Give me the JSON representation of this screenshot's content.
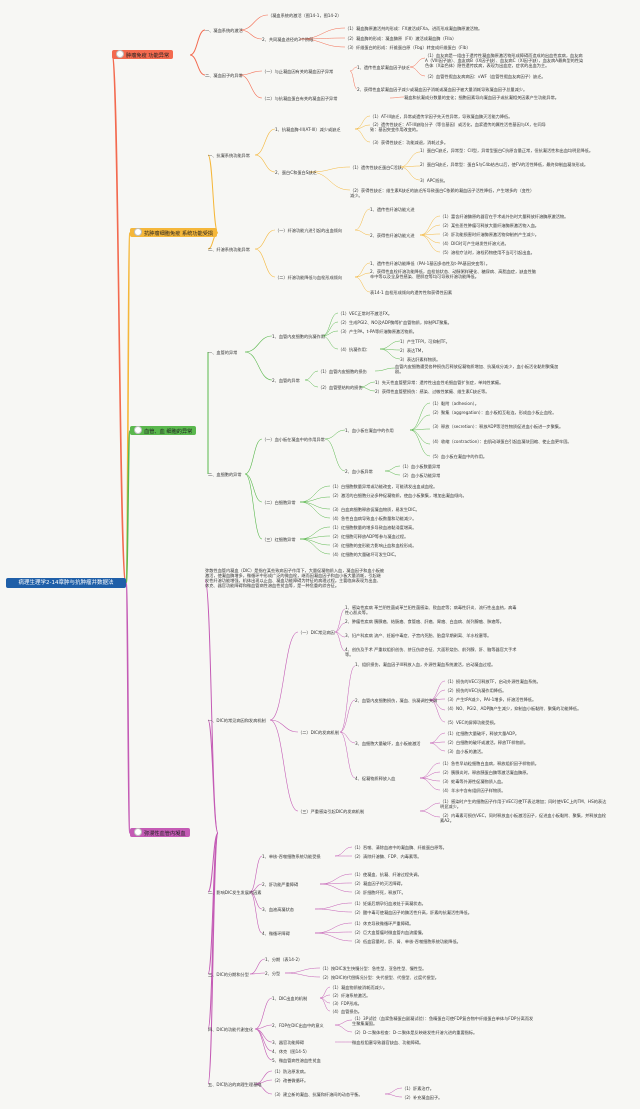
{
  "root": "病理生理学2-14章肿与抗肿瘤并数据法",
  "categories": [
    {
      "label": "肿瘤免疫 功能异常",
      "color": "#f36a4f"
    },
    {
      "label": "抗肿瘤细胞免疫 系统功能受损",
      "color": "#f5b73a"
    },
    {
      "label": "血管、血 细胞的异常",
      "color": "#5ab84d"
    },
    {
      "label": "弥漫性血管内凝血",
      "color": "#c45bb5"
    }
  ],
  "cat1": {
    "s1": "一、凝血系统的激活",
    "s1_top": "（凝血系统的激活（图14-1，图14-2）",
    "s1_a": "（1）凝血酶原激活剂的形成：FX激活成FXa，进而形成凝血酶原激活物。",
    "s1_b": "2、共同凝血途径的3个阶段",
    "s1_b1": "（2）凝血酶的形成：凝血酶原（FII）激活成凝血酶（FIIa）",
    "s1_b2": "（3）纤维蛋白的形成：纤维蛋白原（Fbg）转变成纤维蛋白（FIb）",
    "s2": "二、凝血因子的异常",
    "s2_a": "（一）与止凝血因有关的凝血因子异常",
    "s2_a1": "1、遗传性血浆凝血因子缺乏",
    "s2_a1a": "（1）血友病是一组由于遗传性凝血酶原激活物形成障碍而造成的出血性疾病，血友病A（VIII因子缺）、血友病B（IX因子缺）、血友病C（XI因子缺），血友病A最典型的性染色体（X染色体）隐性遗传疾病，表现为出血症，症状的出血为主。",
    "s2_a1b": "（2）血管性假血友病病因：vWF（血管性假血友病因子）缺乏。",
    "s2_a2": "2、获得性血浆凝血因子减少或凝血因子消耗或凝血因子被大量消耗导致凝血因子总量减少。",
    "s2_b": "（二）与抗凝血蛋白有关的凝血因子异常",
    "s2_b1": "凝血和抗凝成分数量的变化；细胞因素导向凝血因子或抗凝相关因素产生功能异常。"
  },
  "cat2": {
    "s1": "一、抗凝系统功能异常",
    "s1_a": "1、抗凝血酶-III(AT-III）减少或缺乏",
    "s1_a1": "（1）AT-III缺乏，异常或遗传学因子先天性异常，导致凝血酶灭活能力降低。",
    "s1_a2": "（2）遗传性缺乏：AT-III缺陷分子（等位基因）或活化，血浆遗传的属性活性基因与IX，在同导致：基因突变作用改变的。",
    "s1_a3": "（3）获得性缺乏：功能减退，消耗过多。",
    "s1_b": "2、蛋白C和蛋白S缺乏",
    "s1_b1": "（1）遗传性缺乏蛋白C活跃。",
    "s1_b1a": "1）蛋白C缺乏，异常型：CII型，异常型蛋白C抗原含量正常，但抗凝活性和出血均明显降低。",
    "s1_b1b": "2）蛋白S缺乏，异常型：蛋白S与C4b结合以后，使FV的活性降低，最终抑制血凝块形成。",
    "s1_b1c": "3）APC抵抗。",
    "s1_b2": "（2）获得性缺乏：维生素K缺乏的缺乏所导致蛋白C依赖的凝血因子活性降低，产生增多的（变性）减少。",
    "s2": "二、纤溶系统功能异常",
    "s2_a": "（一）纤溶功能亢进引起的出血倾向",
    "s2_a1": "1、遗传性纤溶功能亢进",
    "s2_a2": "2、获得性纤溶功能亢进",
    "s2_a2a": "（1）富含纤溶酶原的器官在手术或外伤时大量释放纤溶酶原激活物。",
    "s2_a2b": "（2）某些恶性肿瘤可释放大量纤溶酶原激活物入血。",
    "s2_a2c": "（3）肝功能损害时纤溶酶原激活物抑制剂产生减少。",
    "s2_a2d": "（4）DIC时可产生继发性纤溶亢进。",
    "s2_a2e": "（5）溶栓疗法时，溶栓药物使用不当可引起出血。",
    "s2_b": "（二）纤溶功能降低与血栓形成倾向",
    "s2_b1": "1、遗传性纤溶功能降低（PAI-1基因多态性及t-PA基因突变等）。",
    "s2_b2": "2、获得性血栓纤溶功能降低，血栓前状态、动脉粥样硬化、糖尿病、高脂血症，缺血性脑卒中等以及全身性感染、肥胖症等均可导致纤溶功能降低。",
    "s2_b3": "表14-1 血栓形成倾向的遗传性和获得性因素"
  },
  "cat3": {
    "s1": "一、血管的异常",
    "s1_a": "1、血管内皮细胞的抗凝作用",
    "s1_a1": "（1）VEC正常时不激活FX。",
    "s1_a2": "（2）生成PGI2、NO及ADP酶等扩血管物质，抑制PLT聚集。",
    "s1_a3": "（3）产生PA，t-PA等纤溶酶原激活物质。",
    "s1_a4": "（4）抗凝作用：",
    "s1_a4a": "1）产生TFPI，可抑制TF。",
    "s1_a4b": "2）表达TM，",
    "s1_a4c": "3）表达肝素样物质。",
    "s1_b": "2、血管的异常",
    "s1_b1": "（1）血管内皮细胞的损伤",
    "s1_b1a": "血管内皮细胞遭受各种损伤后释放促凝物质增加、抗凝成分减少，血小板活化黏附聚集加剧。",
    "s1_b2": "（2）血管壁结构的损伤",
    "s1_b2a": "1）先天性血管壁异常：遗传性出血性毛细血管扩张症，单纯性紫癜。",
    "s1_b2b": "2）获得性血管壁损伤：感染、过敏性紫癜、维生素C缺乏等。",
    "s2": "二、血细胞的异常",
    "s2_a": "（一）血小板在凝血中的作用异常",
    "s2_a1": "1、血小板在凝血中的作用",
    "s2_a1a": "（1）黏附（adhesion）。",
    "s2_a1b": "（2）聚集（aggregation）：血小板相互粘连，形成血小板止血栓。",
    "s2_a1c": "（3）释放（secretion）：释放ADP等活性物质促进血小板进一步聚集。",
    "s2_a1d": "（4）收缩（contraction）：由肌动球蛋白引起血凝块回缩、使止血更牢固。",
    "s2_a1e": "（5）血小板在凝血中的作用。",
    "s2_a2": "2、血小板异常",
    "s2_a2a": "（1）血小板数量异常",
    "s2_a2b": "（2）血小板功能异常",
    "s2_b": "（二）白细胞异常",
    "s2_b1": "（1）白细胞数量异常或功能改变，可能诱发出血或血栓。",
    "s2_b2": "（2）激活的白细胞分泌多种促凝物质，使血小板聚集，增加出凝血倾向。",
    "s2_b3": "（3）白血病细胞释放促凝血物质，易发生DIC。",
    "s2_b4": "（4）急性白血病导致血小板数量和功能减少。",
    "s2_c": "（三）红细胞异常",
    "s2_c1": "（1）红细胞数量的增多导致血液黏滞度增高。",
    "s2_c2": "（2）红细胞可释放ADP等参与凝血过程。",
    "s2_c3": "（3）红细胞的变形能力影响止血和血栓形成。",
    "s2_c4": "（4）红细胞的大量破坏可发生DIC。"
  },
  "cat4": {
    "intro": "弥散性血管内凝血（DIC）是指在某些致病因子作用下，大量促凝物质入血，凝血因子和血小板被激活，使凝血酶增多，微循环中形成广泛的微血栓，继而因凝血因子和血小板大量消耗，引起继发性纤溶功能增强，机体出现以止血、凝血功能障碍为特征的病理过程。主要临床表现为出血、休克、器官功能障碍和微血管病性溶血性贫血等，是一种危重的综合征。",
    "s1": "一、DIC的常见病因和发病机制",
    "s1_a": "（一）DIC常见病因",
    "s1_a1": "1、感染性疾病 革兰阴性菌或革兰阳性菌感染、败血症等；病毒性肝炎、流行性出血热，病毒性心肌炎等。",
    "s1_a2": "2、肿瘤性疾病 胰腺癌、结肠癌、食管癌、肝癌、胃癌、白血病、前列腺癌、肺癌等。",
    "s1_a3": "3、妇产科疾病 流产、妊娠中毒症、子宫内死胎、胎盘早期剥离、羊水栓塞等。",
    "s1_a4": "4、创伤及手术 严重软组织创伤、挤压伤综合征、大面积烧伤、前列腺、肝、脑等器官大手术等。",
    "s1_b": "（二）DIC的发病机制",
    "s1_b1": "1、组织损伤，凝血因子III释放入血，外源性凝血系统激活，启动凝血过程。",
    "s1_b2": "2、血管内皮细胞损伤，凝血、抗凝调控失调",
    "s1_b2a": "（1）损伤的VEC可释放TF，启动外源性凝血系统。",
    "s1_b2b": "（2）损伤的VEC抗凝作用降低。",
    "s1_b2c": "（3）产生tPA减少，PAI-1增多，纤溶活性降低。",
    "s1_b2d": "（4）NO、PGI2、ADP酶产生减少，抑制血小板黏附、聚集的功能降低。",
    "s1_b2e": "（5）VEC的屏障功能受损。",
    "s1_b3": "3、血细胞大量破坏，血小板被激活",
    "s1_b3a": "（1）红细胞大量破坏，释放大量ADP。",
    "s1_b3b": "（2）白细胞的破坏或激活，释放TF样物质。",
    "s1_b3c": "（3）血小板的激活。",
    "s1_b4": "4、促凝物质释放入血",
    "s1_b4a": "（1）急性早幼粒细胞白血病，释放组织因子样物质。",
    "s1_b4b": "（2）胰腺炎时，释放胰蛋白酶等激活凝血酶原。",
    "s1_b4c": "（3）蛇毒等外源性促凝物质入血。",
    "s1_b4d": "（4）羊水中含有组织因子样物质。",
    "s1_c": "（三）严重感染引起DIC的发病机制",
    "s1_c1": "（1）感染时产生的细胞因子作用于VEC可使TF表达增加；同时使VEC上的TM、HS的表达明显减少。",
    "s1_c2": "（2）内毒素可损伤VEC，同时释放血小板激活因子，促进血小板黏附、聚集，并释放血栓素A2。",
    "s2": "二、影响DIC发生发展的因素",
    "s2_a": "1、单核-吞噬细胞系统功能受损",
    "s2_a1": "（1）吞噬、清除血液中的凝血酶、纤维蛋白原等。",
    "s2_a2": "（2）清除纤溶酶、FDP、内毒素等。",
    "s2_b": "2、肝功能严重障碍",
    "s2_b1": "（1）使凝血、抗凝、纤溶过程失调。",
    "s2_b2": "（2）凝血因子的灭活障碍。",
    "s2_b3": "（3）肝细胞坏死，释放TF。",
    "s2_c": "3、血液高凝状态",
    "s2_c1": "（1）妊娠后期孕妇血液处于高凝状态。",
    "s2_c2": "（2）酸中毒可使凝血因子的酶活性升高，肝素的抗凝活性降低。",
    "s2_d": "4、微循环障碍",
    "s2_d1": "（1）休克导致微循环严重障碍。",
    "s2_d2": "（2）巨大血管瘤时微血管内血流缓慢。",
    "s2_d3": "（3）低血容量时，肝、肾、单核-吞噬细胞系统功能降低。",
    "s3": "三、DIC的分期和分型",
    "s3_a": "1、分期（表14-2）",
    "s3_b": "2、分型",
    "s3_b1": "（1）按DIC发生快慢分型：急性型、亚急性型、慢性型。",
    "s3_b2": "（2）按DIC的代偿情况分型：失代偿型、代偿型、过度代偿型。",
    "s4": "四、DIC的功能代谢变化",
    "s4_a": "1、DIC出血的机制",
    "s4_a1": "（1）凝血物质被消耗而减少。",
    "s4_a2": "（2）纤溶系统激活。",
    "s4_a3": "（3）FDP形成。",
    "s4_a4": "（4）血管损伤。",
    "s4_b": "2、FDP在DIC出血中的意义",
    "s4_b1": "（1）3P试验（血浆鱼精蛋白副凝试验）：鱼精蛋白可使FDP复合物中纤维蛋白单体与FDP分离而发生聚集凝固。",
    "s4_b2": "（2）D-二聚体检查：D-二聚体是反映继发性纤溶亢进的重要指标。",
    "s4_c": "3、器官功能障碍",
    "s4_c1": "微血栓阻塞导致器官缺血、功能障碍。",
    "s4_d": "4、休克（图14-5）",
    "s4_e": "5、微血管病性溶血性贫血",
    "s5": "五、DIC防治的病理生理基础",
    "s5_a": "（1）防治原发病。",
    "s5_b": "（2）改善微循环。",
    "s5_c": "（3）建立新的凝血、抗凝和纤溶间的动态平衡。",
    "s5_c1": "（1）肝素治疗。",
    "s5_c2": "（2）补充凝血因子。"
  }
}
